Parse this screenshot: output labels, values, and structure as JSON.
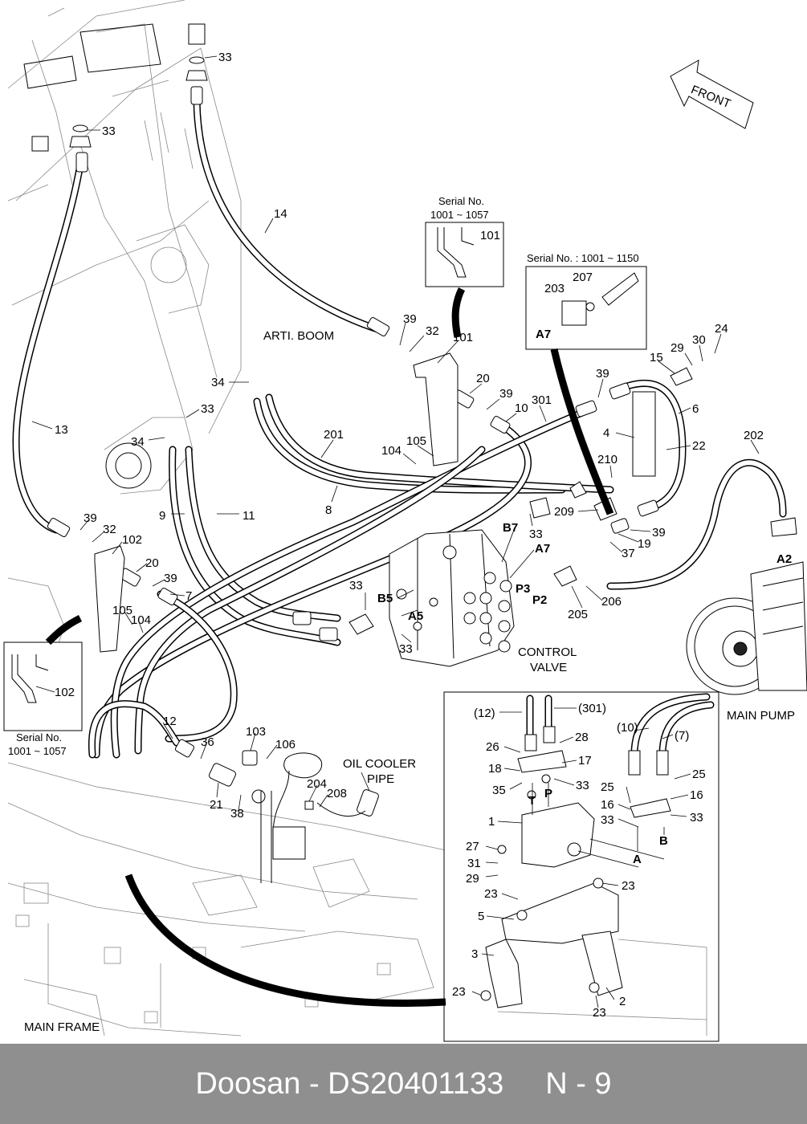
{
  "diagram": {
    "labels": {
      "front": "FRONT",
      "arti_boom": "ARTI. BOOM",
      "control_valve_line1": "CONTROL",
      "control_valve_line2": "VALVE",
      "main_pump": "MAIN PUMP",
      "oil_cooler_line1": "OIL COOLER",
      "oil_cooler_line2": "PIPE",
      "main_frame": "MAIN FRAME",
      "serial_top_line1": "Serial No.",
      "serial_top_line2": "1001 ~ 1057",
      "serial_left_line1": "Serial No.",
      "serial_left_line2": "1001 ~ 1057",
      "serial_valve": "Serial No. : 1001 ~ 1150"
    },
    "ports": {
      "B7": "B7",
      "A7_main": "A7",
      "P3": "P3",
      "P2": "P2",
      "B5": "B5",
      "A5": "A5",
      "A2": "A2",
      "A7_inset": "A7",
      "T": "T",
      "P": "P",
      "A": "A",
      "B": "B"
    },
    "callouts": {
      "c33a": "33",
      "c33b": "33",
      "c14": "14",
      "c13": "13",
      "c39a": "39",
      "c32a": "32",
      "c101a": "101",
      "c101b": "101",
      "c34a": "34",
      "c33c": "33",
      "c34b": "34",
      "c20a": "20",
      "c39b": "39",
      "c10": "10",
      "c301": "301",
      "c201": "201",
      "c105a": "105",
      "c104a": "104",
      "c8": "8",
      "c9": "9",
      "c11": "11",
      "c39c": "39",
      "c15": "15",
      "c29": "29",
      "c30": "30",
      "c24": "24",
      "c6": "6",
      "c4": "4",
      "c22": "22",
      "c202": "202",
      "c210": "210",
      "c209": "209",
      "c33d": "33",
      "c39d": "39",
      "c19": "19",
      "c37": "37",
      "c206": "206",
      "c205": "205",
      "c33e": "33",
      "c33f": "33",
      "c39e": "39",
      "c32b": "32",
      "c102a": "102",
      "c20b": "20",
      "c39f": "39",
      "c7": "7",
      "c104b": "104",
      "c105b": "105",
      "c102b": "102",
      "c12": "12",
      "c36": "36",
      "c103": "103",
      "c106": "106",
      "c21": "21",
      "c38": "38",
      "c204": "204",
      "c208": "208",
      "c203": "203",
      "c207": "207",
      "i12": "(12)",
      "i301": "(301)",
      "i10": "(10)",
      "i7": "(7)",
      "i26": "26",
      "i28": "28",
      "i18": "18",
      "i17": "17",
      "i35": "35",
      "i33a": "33",
      "i1": "1",
      "i25a": "25",
      "i25b": "25",
      "i16a": "16",
      "i16b": "16",
      "i33b": "33",
      "i33c": "33",
      "i27": "27",
      "i31": "31",
      "i29": "29",
      "i23a": "23",
      "i23b": "23",
      "i5": "5",
      "i3": "3",
      "i23c": "23",
      "i2": "2",
      "i23d": "23"
    }
  },
  "footer": {
    "brand": "Doosan - DS20401133",
    "page": "N - 9"
  }
}
